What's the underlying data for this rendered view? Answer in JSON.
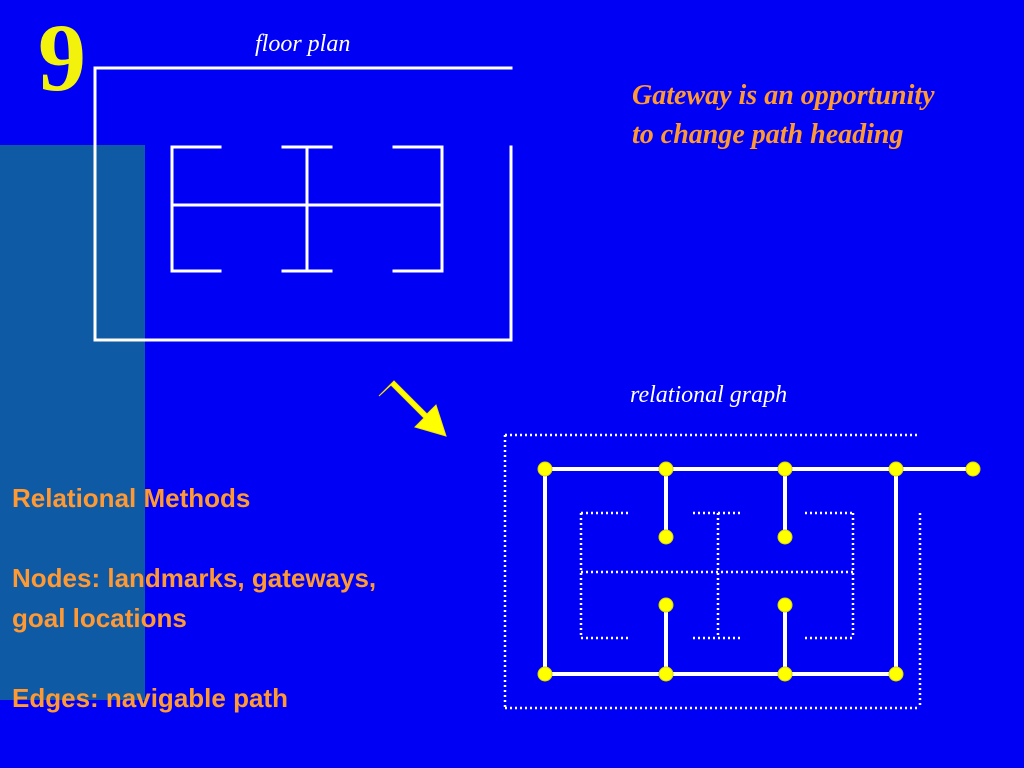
{
  "slide": {
    "number": "9",
    "colors": {
      "background": "#0000f5",
      "side_band": "#0f5aa5",
      "accent_orange": "#ff9933",
      "accent_yellow": "#f2f20d",
      "lines": "#ffffff"
    }
  },
  "floor_plan": {
    "title": "floor plan"
  },
  "arrow": {
    "icon": "yellow-diagonal-arrow",
    "color": "#ffff00"
  },
  "relational_graph": {
    "title": "relational graph",
    "node_color": "#ffff00"
  },
  "gateway_note": {
    "line1": "Gateway is an opportunity",
    "line2": "to change path heading"
  },
  "methods": {
    "heading": "Relational Methods",
    "nodes_line1": "Nodes: landmarks, gateways,",
    "nodes_line2": "goal locations",
    "edges": "Edges: navigable path"
  }
}
